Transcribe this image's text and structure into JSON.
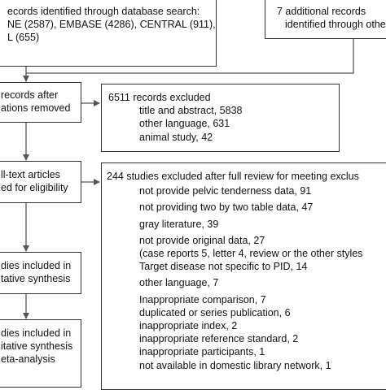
{
  "boxes": {
    "identified_db": {
      "lines": [
        "ecords identified  through database search:",
        "NE (2587), EMBASE (4286), CENTRAL (911),",
        "L (655)"
      ]
    },
    "additional": {
      "lines": [
        "7 additional records",
        "identified through othe"
      ]
    },
    "after_duplicates": {
      "lines": [
        "records after",
        "ations removed"
      ]
    },
    "excluded_screen": {
      "heading": "6511 records excluded",
      "items": [
        "title and abstract, 5838",
        "other language, 631",
        "animal study, 42"
      ]
    },
    "fulltext": {
      "lines": [
        "ll-text articles",
        "ed for eligibility"
      ]
    },
    "excluded_full": {
      "heading": "244 studies excluded after full review for meeting exclus",
      "items": [
        "not provide pelvic tenderness data, 91",
        "not providing two by two table data, 47",
        "gray literature, 39",
        "not provide original data, 27",
        "(case reports 5, letter 4, review or the other styles",
        "Target disease not specific to PID, 14",
        "other language, 7",
        "Inappropriate comparison, 7",
        "duplicated or series publication, 6",
        "inappropriate index, 2",
        "inappropriate reference standard, 2",
        "inappropriate participants, 1",
        "not available in domestic library network, 1"
      ]
    },
    "qualitative": {
      "lines": [
        "dies included in",
        "tative synthesis"
      ]
    },
    "quantitative": {
      "lines": [
        "dies included in",
        "itative synthesis",
        "eta-analysis"
      ]
    }
  }
}
